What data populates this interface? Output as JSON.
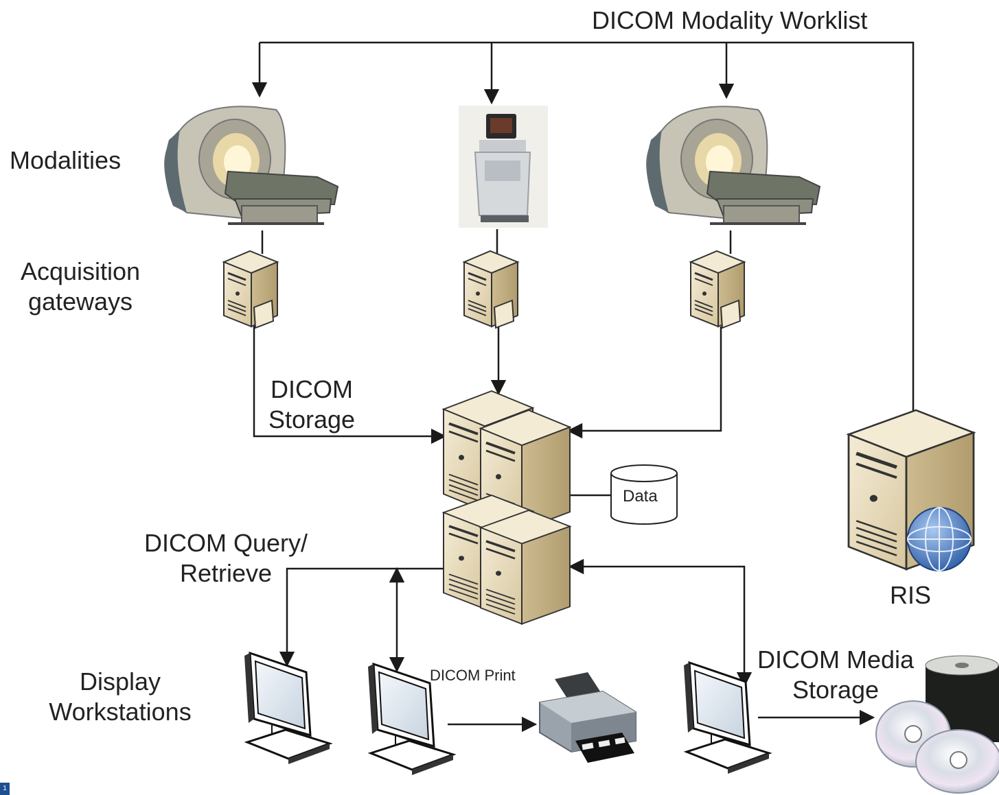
{
  "labels": {
    "worklist": "DICOM Modality Worklist",
    "modalities": "Modalities",
    "acquisition_line1": "Acquisition",
    "acquisition_line2": "gateways",
    "storage_line1": "DICOM",
    "storage_line2": "Storage",
    "data": "Data",
    "query_line1": "DICOM Query/",
    "query_line2": "Retrieve",
    "ris": "RIS",
    "display_line1": "Display",
    "display_line2": "Workstations",
    "print": "DICOM Print",
    "media_line1": "DICOM Media",
    "media_line2": "Storage"
  },
  "colors": {
    "line": "#1a1a1a",
    "server_face": "#e8dcc0",
    "server_side": "#c9b78e",
    "scanner_body": "#b9b6a8",
    "monitor_screen": "#dfe8f0"
  },
  "corner_mark": "1",
  "icons": [
    "mri-scanner-icon",
    "ultrasound-icon",
    "server-icon",
    "database-icon",
    "monitor-icon",
    "printer-icon",
    "disc-stack-icon",
    "globe-icon"
  ]
}
